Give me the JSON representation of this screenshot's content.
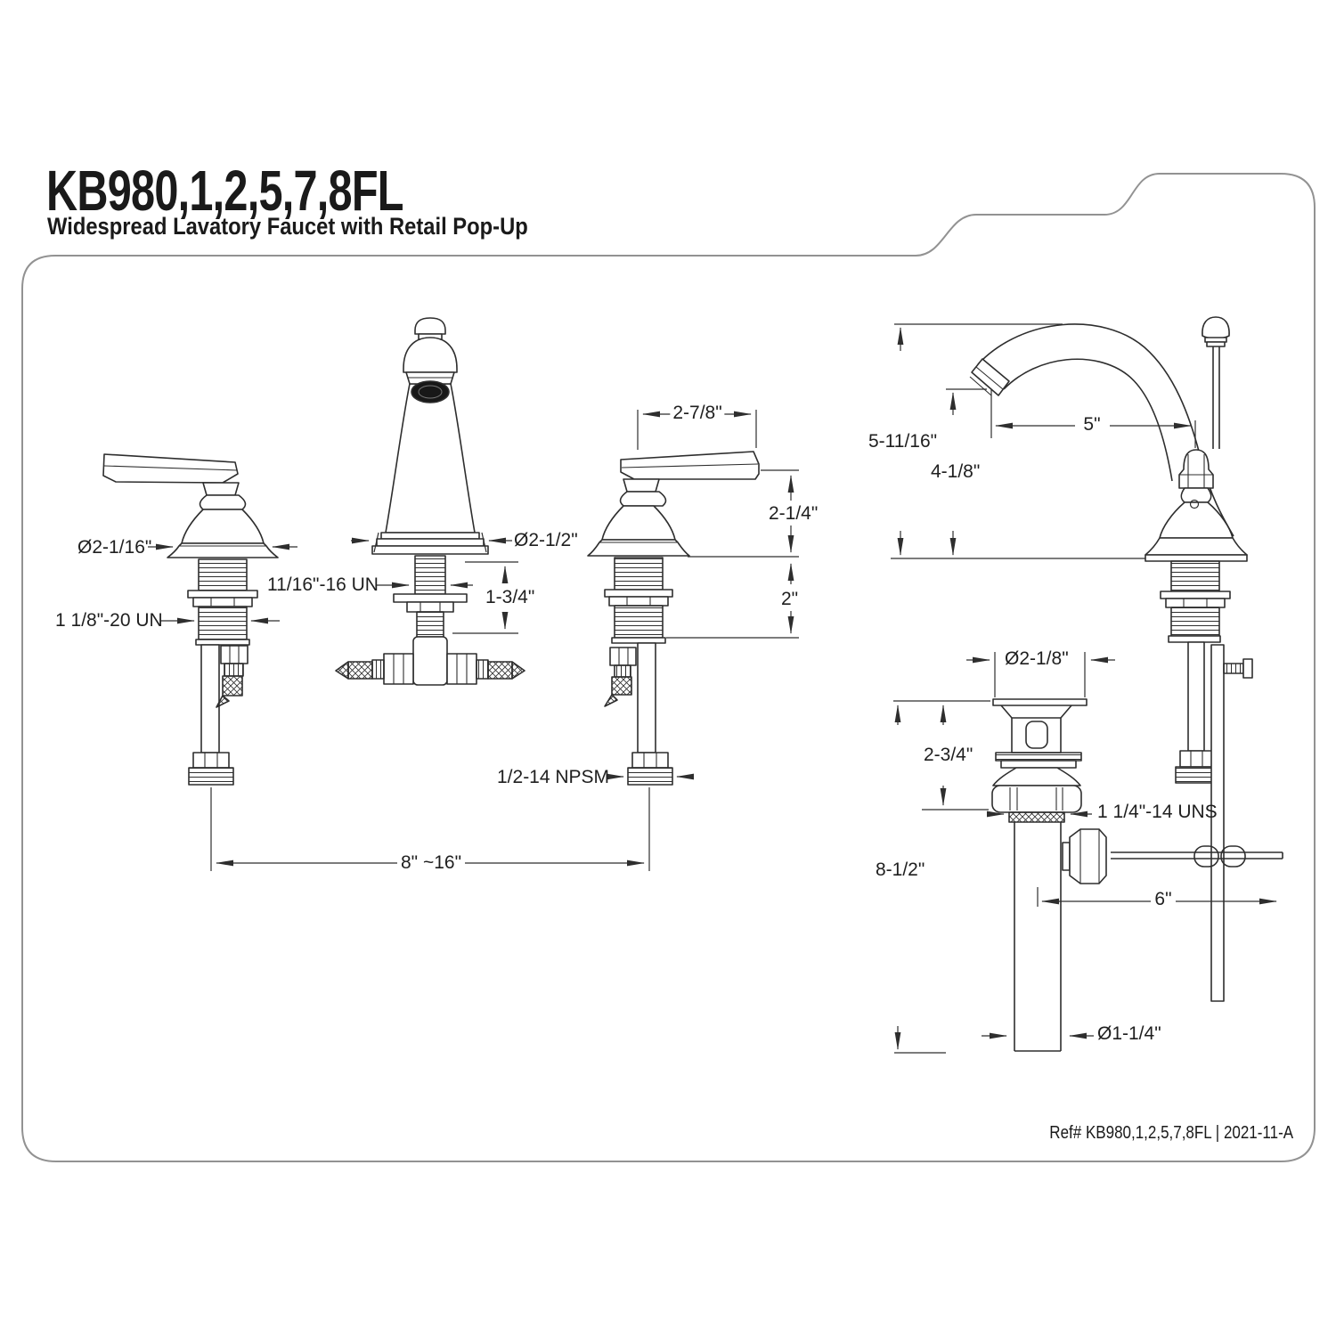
{
  "header": {
    "model": "KB980,1,2,5,7,8FL",
    "subtitle": "Widespread Lavatory Faucet with Retail Pop-Up"
  },
  "dims": {
    "handle_escutcheon_diameter": "Ø2-1/16\"",
    "handle_shank_thread": "1 1/8\"-20 UN",
    "spout_shank_thread": "11/16\"-16 UN",
    "spout_shank_length": "1-3/4\"",
    "spout_escutcheon_diameter": "Ø2-1/2\"",
    "handle_length": "2-7/8\"",
    "handle_height": "2-1/4\"",
    "handle_shank_length": "2\"",
    "supply_connection": "1/2-14 NPSM",
    "spread": "8\" ~16\"",
    "overall_height": "5-11/16\"",
    "spout_height": "4-1/8\"",
    "spout_reach": "5\"",
    "drain_flange_diameter": "Ø2-1/8\"",
    "drain_above_deck": "2-3/4\"",
    "drain_thread": "1 1/4\"-14 UNS",
    "drain_length": "8-1/2\"",
    "rod_length": "6\"",
    "tailpiece_diameter": "Ø1-1/4\""
  },
  "footer": {
    "ref": "Ref# KB980,1,2,5,7,8FL | 2021-11-A"
  }
}
